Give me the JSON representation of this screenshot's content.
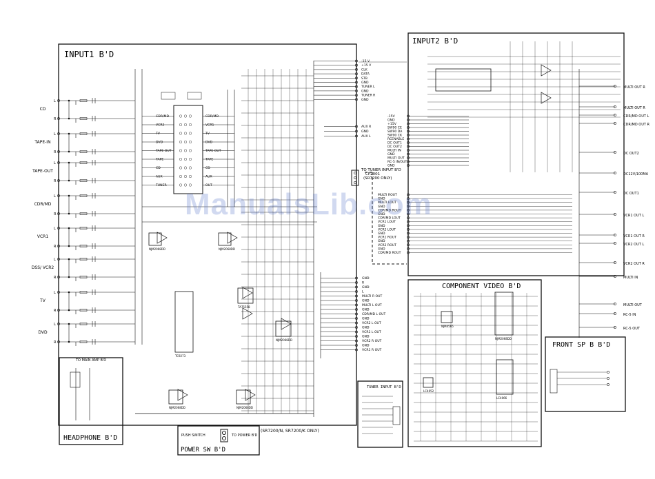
{
  "boards": {
    "input1": "INPUT1  B'D",
    "input2": "INPUT2  B'D",
    "headphone": "HEADPHONE  B'D",
    "power_sw": "POWER  SW  B'D",
    "component": "COMPONENT  VIDEO  B'D",
    "front_sp": "FRONT  SP  B  B'D",
    "tuner_input": "TUNER  INPUT  B'D"
  },
  "left_inputs": [
    "CD",
    "TAPE-IN",
    "TAPE-OUT",
    "CDR/MD",
    "VCR1",
    "DSS/ VCR2",
    "TV",
    "DVD"
  ],
  "input1_bus": [
    "-15 V",
    "+15 V",
    "CLK",
    "DATA",
    "STB",
    "GND",
    "TUNER L",
    "GND",
    "TUNER R",
    "GND"
  ],
  "aux": [
    "AUX R",
    "GND",
    "AUX L"
  ],
  "tuner_note": [
    "TO TUNER INPUT B'D",
    "CP2001",
    "(SR7200 ONLY)"
  ],
  "selector_left": [
    "CDR/MD",
    "VCR2",
    "TV",
    "DVD",
    "TAPE OUT",
    "TAPE",
    "CD",
    "AUX",
    "TUNER"
  ],
  "selector_right": [
    "CDR/MD",
    "VCR1",
    "TV",
    "DVD",
    "TAPE OUT",
    "TAPE",
    "CD",
    "AUX",
    "OUT"
  ],
  "mid_bus": [
    "GND",
    "R",
    "GND",
    "L",
    "MULTI R OUT",
    "GND",
    "MULTI L OUT",
    "GND",
    "CDR/MD L OUT",
    "GND",
    "VCR2 L OUT",
    "GND",
    "VCR1 L OUT",
    "GND",
    "VCR2 R OUT",
    "GND",
    "VCR1 R OUT"
  ],
  "input2_bus": [
    "-15V",
    "GND",
    "+15V",
    "SW90 CE",
    "SW90 DA",
    "SW90 CK",
    "RCENABLE",
    "DC OUT1",
    "DC OUT2",
    "MULTI IN",
    "GND",
    "MULTI OUT",
    "RC-5 IN/OUT",
    "GND"
  ],
  "input2_bus2": [
    "MULTI ROUT",
    "GND",
    "MULTI LOUT",
    "GND",
    "CDR/MD ROUT",
    "GND",
    "CDR/MD LOUT",
    "VCR1 LOUT",
    "GND",
    "VCR2 LOUT",
    "GND",
    "VCR1 ROUT",
    "GND",
    "VCR2 ROUT",
    "GND",
    "CDR/MD ROUT"
  ],
  "right_outputs": [
    "MULTI OUT R",
    "MULTI OUT R",
    "CDR/MD OUT L",
    "CDR/MD OUT R",
    "DC OUT2",
    "DC12V/100MA",
    "DC OUT1",
    "VCR1 OUT L",
    "VCR1 OUT R",
    "VCR2 OUT L",
    "VCR2 OUT R",
    "MULTI IN",
    "MULTI OUT",
    "RC-5 IN",
    "RC-5 OUT"
  ],
  "model_note": "(SR7200/N, SR7200/K ONLY)",
  "power": {
    "switch": "PUSH SWITCH",
    "note": "TO POWER B'D"
  },
  "headphone_conn": "TO MAIN AMP B'D",
  "ic_labels": [
    "TC9273",
    "NJM2068DD",
    "NJM2068DD",
    "TA75558",
    "NJM2068DD",
    "NJM2068DD",
    "NJM2068DD",
    "NJM4565",
    "NJM2068DD",
    "LC4052",
    "LC4066"
  ],
  "watermark": "ManualsLib.com"
}
